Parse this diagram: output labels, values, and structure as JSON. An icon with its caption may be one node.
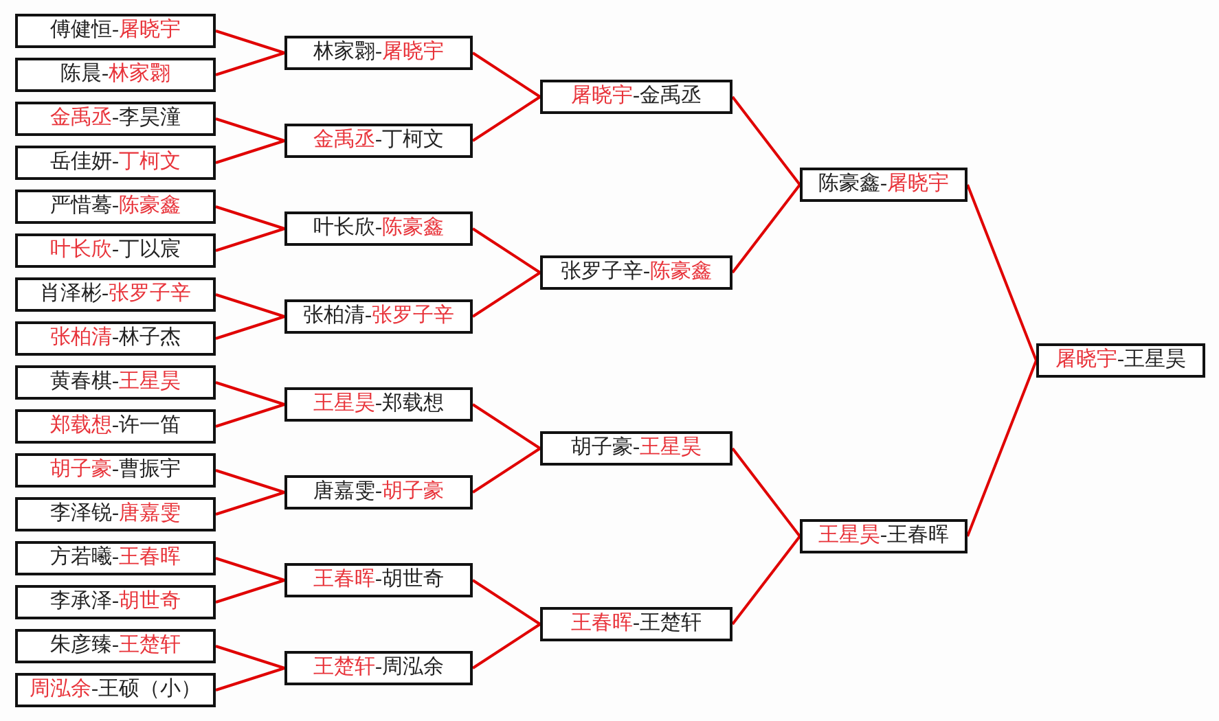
{
  "diagram": {
    "nodes": [
      {
        "text": [
          "傅健恒-**屠晓宇**"
        ]
      },
      {
        "text": [
          "陈晨-**林家翾**"
        ]
      },
      {
        "text": [
          "**金禹丞**-李昊潼"
        ]
      },
      {
        "text": [
          "岳佳妍-**丁柯文**"
        ]
      },
      {
        "text": [
          "严惜蓦-**陈豪鑫**"
        ]
      },
      {
        "text": [
          "**叶长欣**-丁以宸"
        ]
      },
      {
        "text": [
          "肖泽彬-**张罗子辛**"
        ]
      },
      {
        "text": [
          "**张柏清**-林子杰"
        ]
      },
      {
        "text": [
          "黄春棋-**王星昊**"
        ]
      },
      {
        "text": [
          "**郑载想**-许一笛"
        ]
      },
      {
        "text": [
          "**胡子豪**-曹振宇"
        ]
      },
      {
        "text": [
          "李泽锐-**唐嘉雯**"
        ]
      },
      {
        "text": [
          "方若曦-**王春晖**"
        ]
      },
      {
        "text": [
          "李承泽-**胡世奇**"
        ]
      },
      {
        "text": [
          "朱彦臻-**王楚轩**"
        ]
      },
      {
        "text": [
          "**周泓余**-王硕（小）"
        ]
      },
      {
        "text": [
          "林家翾-**屠晓宇**"
        ]
      },
      {
        "text": [
          "**金禹丞**-丁柯文"
        ]
      },
      {
        "text": [
          "叶长欣-**陈豪鑫**"
        ]
      },
      {
        "text": [
          "张柏清-**张罗子辛**"
        ]
      },
      {
        "text": [
          "**王星昊**-郑载想"
        ]
      },
      {
        "text": [
          "唐嘉雯-**胡子豪**"
        ]
      },
      {
        "text": [
          "**王春晖**-胡世奇"
        ]
      },
      {
        "text": [
          "**王楚轩**-周泓余"
        ]
      },
      {
        "text": [
          "**屠晓宇**-金禹丞"
        ]
      },
      {
        "text": [
          "张罗子辛-**陈豪鑫**"
        ]
      },
      {
        "text": [
          "胡子豪-**王星昊**"
        ]
      },
      {
        "text": [
          "**王春晖**-王楚轩"
        ]
      },
      {
        "text": [
          "陈豪鑫-**屠晓宇**"
        ]
      },
      {
        "text": [
          "**王星昊**-王春晖"
        ]
      },
      {
        "text": [
          "**屠晓宇**-王星昊"
        ]
      }
    ],
    "edges": [
      {
        "from": 0,
        "to": 16,
        "arrow": "none"
      },
      {
        "from": 1,
        "to": 16,
        "arrow": "none"
      },
      {
        "from": 2,
        "to": 17,
        "arrow": "none"
      },
      {
        "from": 3,
        "to": 17,
        "arrow": "none"
      },
      {
        "from": 4,
        "to": 18,
        "arrow": "none"
      },
      {
        "from": 5,
        "to": 18,
        "arrow": "none"
      },
      {
        "from": 6,
        "to": 19,
        "arrow": "none"
      },
      {
        "from": 7,
        "to": 19,
        "arrow": "none"
      },
      {
        "from": 8,
        "to": 20,
        "arrow": "none"
      },
      {
        "from": 9,
        "to": 20,
        "arrow": "none"
      },
      {
        "from": 10,
        "to": 21,
        "arrow": "none"
      },
      {
        "from": 11,
        "to": 21,
        "arrow": "none"
      },
      {
        "from": 12,
        "to": 22,
        "arrow": "none"
      },
      {
        "from": 13,
        "to": 22,
        "arrow": "none"
      },
      {
        "from": 14,
        "to": 23,
        "arrow": "none"
      },
      {
        "from": 15,
        "to": 23,
        "arrow": "none"
      },
      {
        "from": 16,
        "to": 24,
        "arrow": "none"
      },
      {
        "from": 17,
        "to": 24,
        "arrow": "none"
      },
      {
        "from": 18,
        "to": 25,
        "arrow": "none"
      },
      {
        "from": 19,
        "to": 25,
        "arrow": "none"
      },
      {
        "from": 20,
        "to": 26,
        "arrow": "none"
      },
      {
        "from": 21,
        "to": 26,
        "arrow": "none"
      },
      {
        "from": 22,
        "to": 27,
        "arrow": "none"
      },
      {
        "from": 23,
        "to": 27,
        "arrow": "none"
      },
      {
        "from": 24,
        "to": 28,
        "arrow": "none"
      },
      {
        "from": 25,
        "to": 28,
        "arrow": "none"
      },
      {
        "from": 26,
        "to": 29,
        "arrow": "none"
      },
      {
        "from": 27,
        "to": 29,
        "arrow": "none"
      },
      {
        "from": 28,
        "to": 30,
        "arrow": "none"
      },
      {
        "from": 29,
        "to": 30,
        "arrow": "none"
      }
    ]
  }
}
